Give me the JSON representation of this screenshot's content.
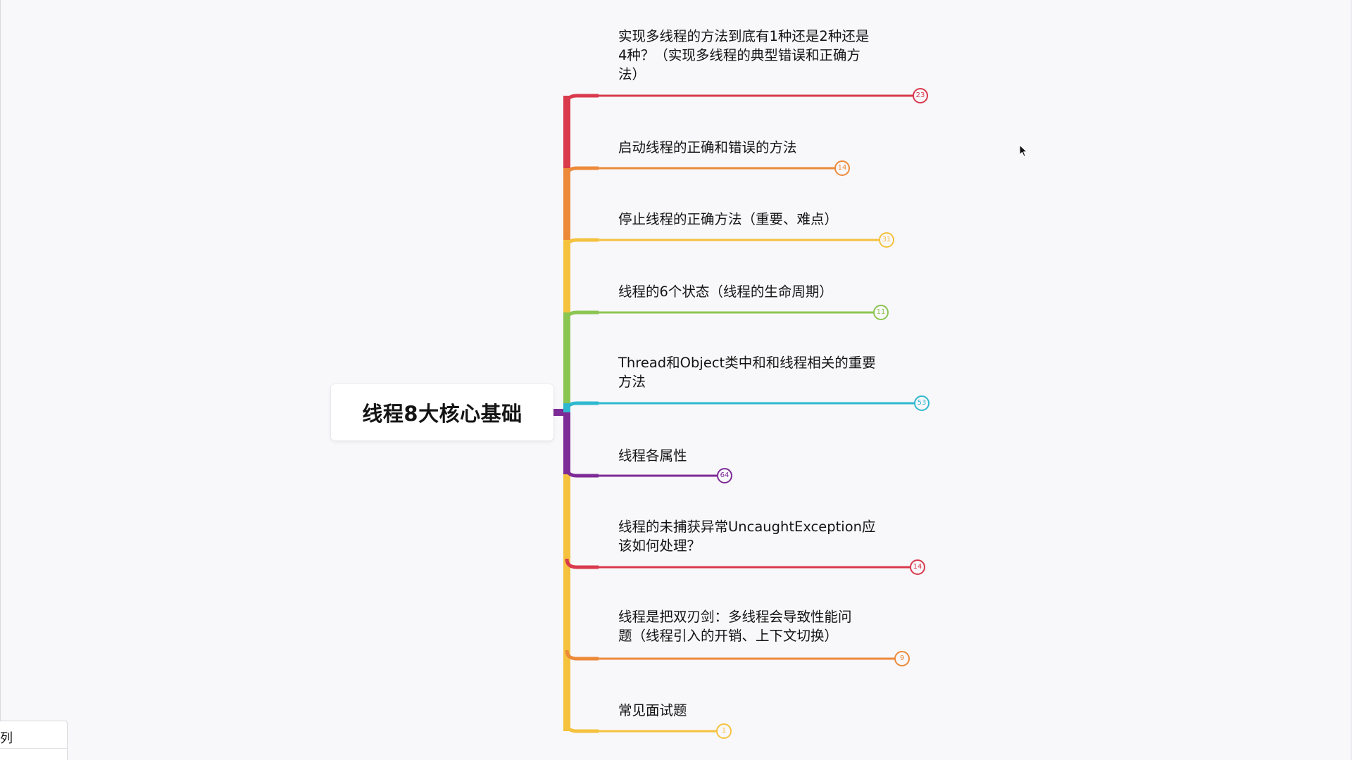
{
  "root": {
    "label": "线程8大核心基础"
  },
  "topics": [
    {
      "label": "实现多线程的方法到底有1种还是2种还是\n4种？（实现多线程的典型错误和正确方\n法）",
      "count": "23",
      "color": "#d93a4c"
    },
    {
      "label": "启动线程的正确和错误的方法",
      "count": "14",
      "color": "#ec8a3a"
    },
    {
      "label": "停止线程的正确方法（重要、难点）",
      "count": "31",
      "color": "#f5c23e"
    },
    {
      "label": "线程的6个状态（线程的生命周期）",
      "count": "11",
      "color": "#8bc552"
    },
    {
      "label": "Thread和Object类中和和线程相关的重要\n方法",
      "count": "53",
      "color": "#2fb8cf"
    },
    {
      "label": "线程各属性",
      "count": "64",
      "color": "#7d2b96"
    },
    {
      "label": "线程的未捕获异常UncaughtException应\n该如何处理？",
      "count": "14",
      "color": "#d93a4c"
    },
    {
      "label": "线程是把双刃剑：多线程会导致性能问\n题（线程引入的开销、上下文切换）",
      "count": "9",
      "color": "#ec8a3a"
    },
    {
      "label": "常见面试题",
      "count": "1",
      "color": "#f5c23e"
    }
  ],
  "trunk_color": "#7d2b96",
  "side_tab": {
    "text": "列"
  },
  "icons": {
    "cursor": "arrow-cursor-icon",
    "badge": "count-circle-icon"
  }
}
